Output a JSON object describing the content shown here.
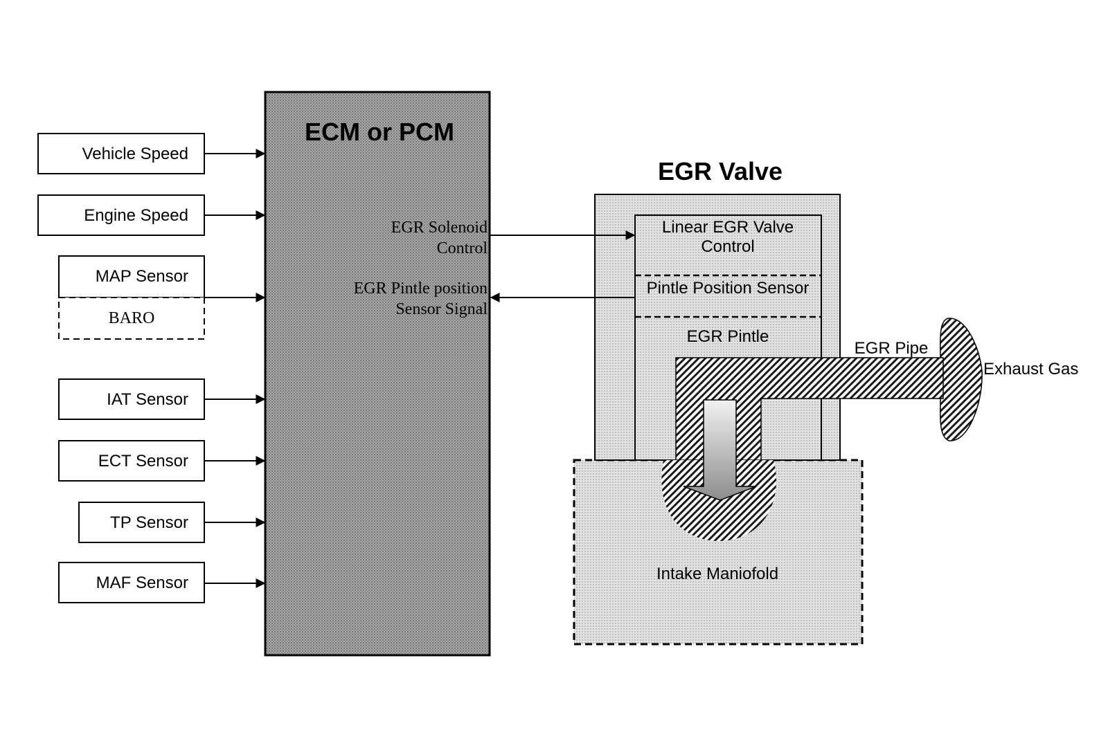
{
  "ecm": {
    "title": "ECM or PCM"
  },
  "inputs": [
    {
      "label": "Vehicle Speed"
    },
    {
      "label": "Engine Speed"
    },
    {
      "label": "MAP Sensor"
    },
    {
      "label": "BARO"
    },
    {
      "label": "IAT Sensor"
    },
    {
      "label": "ECT Sensor"
    },
    {
      "label": "TP Sensor"
    },
    {
      "label": "MAF Sensor"
    }
  ],
  "signals": {
    "solenoid_line1": "EGR Solenoid",
    "solenoid_line2": "Control",
    "pintle_line1": "EGR Pintle position",
    "pintle_line2": "Sensor Signal"
  },
  "egr": {
    "title": "EGR Valve",
    "linear_line1": "Linear EGR Valve",
    "linear_line2": "Control",
    "pintle_sensor": "Pintle Position Sensor",
    "pintle": "EGR Pintle",
    "pipe": "EGR Pipe",
    "exhaust": "Exhaust Gas",
    "manifold": "Intake Maniofold"
  }
}
